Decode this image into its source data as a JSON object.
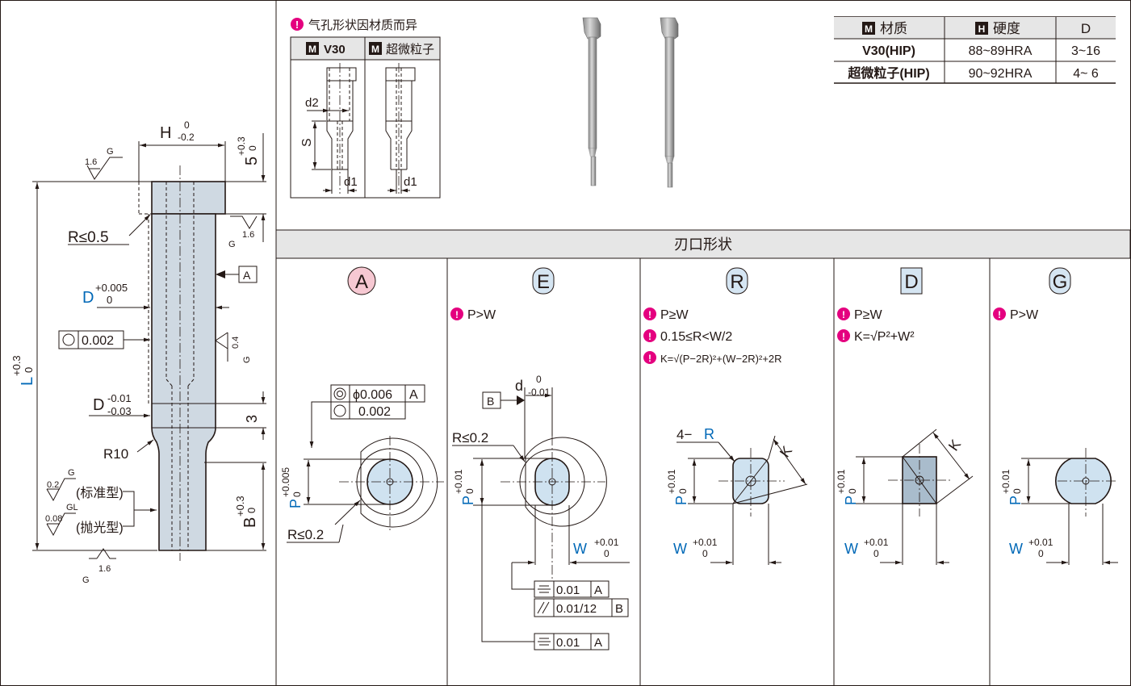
{
  "note_material": "气孔形状因材质而异",
  "hole_table": {
    "col1": "V30",
    "col2": "超微粒子"
  },
  "dims_hole": {
    "d2": "d2",
    "S": "S",
    "d1": "d1"
  },
  "material_table": {
    "headers": [
      "材质",
      "硬度",
      "D"
    ],
    "header_marks": [
      "M",
      "H"
    ],
    "rows": [
      {
        "material": "V30(HIP)",
        "hardness": "88~89HRA",
        "d": "3~16"
      },
      {
        "material": "超微粒子(HIP)",
        "hardness": "90~92HRA",
        "d": "4~ 6"
      }
    ]
  },
  "section_title": "刃口形状",
  "pin_drawing": {
    "H": "H",
    "H_tol_top": "0",
    "H_tol_bot": "-0.2",
    "five": "5",
    "five_tol_top": "+0.3",
    "five_tol_bot": "0",
    "roughness_top": "1.6",
    "roughness_top_g": "G",
    "roughness_right": "1.6",
    "roughness_right_g": "G",
    "R05": "R≤0.5",
    "datum_A": "A",
    "D": "D",
    "D_tol_top": "+0.005",
    "D_tol_bot": "0",
    "runout_value": "0.002",
    "roughness_mid": "0.4",
    "roughness_mid_g": "G",
    "L": "L",
    "L_tol_top": "+0.3",
    "L_tol_bot": "0",
    "D2": "D",
    "D2_tol_top": "-0.01",
    "D2_tol_bot": "-0.03",
    "three": "3",
    "R10": "R10",
    "B": "B",
    "B_tol_top": "+0.3",
    "B_tol_bot": "0",
    "rough_std_val": "0.2",
    "rough_std_g": "G",
    "rough_std_label": "(标准型)",
    "rough_pol_val": "0.08",
    "rough_pol_g": "GL",
    "rough_pol_label": "(抛光型)",
    "roughness_bottom": "1.6",
    "roughness_bottom_g": "G"
  },
  "shapes": [
    {
      "letter": "A",
      "notes": [],
      "color": "#f6c8d2"
    },
    {
      "letter": "E",
      "notes": [
        "P>W"
      ],
      "color": "#d5e5f2"
    },
    {
      "letter": "R",
      "notes": [
        "P≥W",
        "0.15≤R<W/2",
        "K=√(P−2R)²+(W−2R)²+2R"
      ],
      "color": "#d5e5f2"
    },
    {
      "letter": "D",
      "notes": [
        "P≥W",
        "K=√P²+W²"
      ],
      "color": "#d5e5f2"
    },
    {
      "letter": "G",
      "notes": [
        "P>W"
      ],
      "color": "#d5e5f2"
    }
  ],
  "shape_A": {
    "P": "P",
    "P_tol_top": "+0.005",
    "P_tol_bot": "0",
    "conc_value": "ϕ0.006",
    "conc_datum": "A",
    "round_value": "0.002",
    "R": "R≤0.2"
  },
  "shape_E": {
    "datum_B": "B",
    "d": "d",
    "d_tol_top": "0",
    "d_tol_bot": "-0.01",
    "R": "R≤0.2",
    "P": "P",
    "P_tol_top": "+0.01",
    "P_tol_bot": "0",
    "W": "W",
    "W_tol_top": "+0.01",
    "W_tol_bot": "0",
    "sym1_value": "0.01",
    "sym1_datum": "A",
    "par_value": "0.01/12",
    "par_datum": "B",
    "sym2_value": "0.01",
    "sym2_datum": "A"
  },
  "shape_R": {
    "fourR_prefix": "4−",
    "fourR": "R",
    "K": "K",
    "P": "P",
    "P_tol_top": "+0.01",
    "P_tol_bot": "0",
    "W": "W",
    "W_tol_top": "+0.01",
    "W_tol_bot": "0"
  },
  "shape_D": {
    "K": "K",
    "P": "P",
    "P_tol_top": "+0.01",
    "P_tol_bot": "0",
    "W": "W",
    "W_tol_top": "+0.01",
    "W_tol_bot": "0"
  },
  "shape_G": {
    "P": "P",
    "P_tol_top": "+0.01",
    "P_tol_bot": "0",
    "W": "W",
    "W_tol_top": "+0.01",
    "W_tol_bot": "0"
  }
}
